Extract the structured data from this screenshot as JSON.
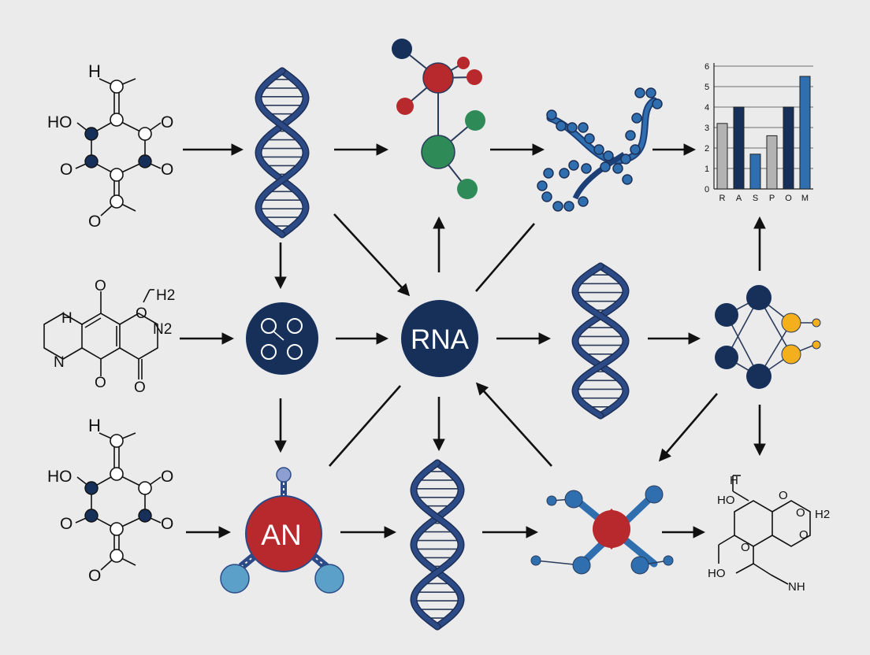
{
  "colors": {
    "background": "#ebebec",
    "navy": "#17305a",
    "helix": "#2b4a86",
    "red": "#b8292d",
    "green": "#2e8a57",
    "blue": "#2f6fb0",
    "light_blue": "#5aa0c8",
    "gold": "#f3b01c",
    "gray_bar": "#b3b3b3",
    "arrow": "#111111"
  },
  "molecules": {
    "top_left": {
      "h": "H",
      "ho": "HO",
      "o_right_top": "O",
      "o_left": "O",
      "o_right_bottom": "O",
      "o_bottom": "O"
    },
    "middle_left": {
      "o_top": "O",
      "h2": "H2",
      "h": "H",
      "o_ring": "O",
      "n2": "N2",
      "n": "N",
      "o_bottom_left": "O",
      "o_bottom_right": "O"
    },
    "bottom_left": {
      "h": "H",
      "ho": "HO",
      "o_right_top": "O",
      "o_left": "O",
      "o_right_bottom": "O",
      "o_bottom": "O"
    },
    "bottom_right": {
      "h": "H",
      "ho_top": "HO",
      "o1": "O",
      "o2": "O",
      "o3": "O",
      "o4": "O",
      "h2": "H2",
      "ho_bottom": "HO",
      "nh": "NH"
    }
  },
  "nodes": {
    "rna_label": "RNA",
    "an_label": "AN"
  },
  "chart_data": {
    "type": "bar",
    "categories": [
      "R",
      "A",
      "S",
      "P",
      "O",
      "M"
    ],
    "series": [
      {
        "values": [
          3.2,
          4.0,
          1.7,
          2.6,
          4.0,
          5.5
        ]
      }
    ],
    "bar_colors": [
      "#b3b3b3",
      "#17305a",
      "#2f6fb0",
      "#b3b3b3",
      "#17305a",
      "#2f6fb0"
    ],
    "yticks": [
      "0",
      "1",
      "2",
      "3",
      "4",
      "5",
      "6"
    ],
    "ylim": [
      0,
      6
    ],
    "grid": true
  }
}
